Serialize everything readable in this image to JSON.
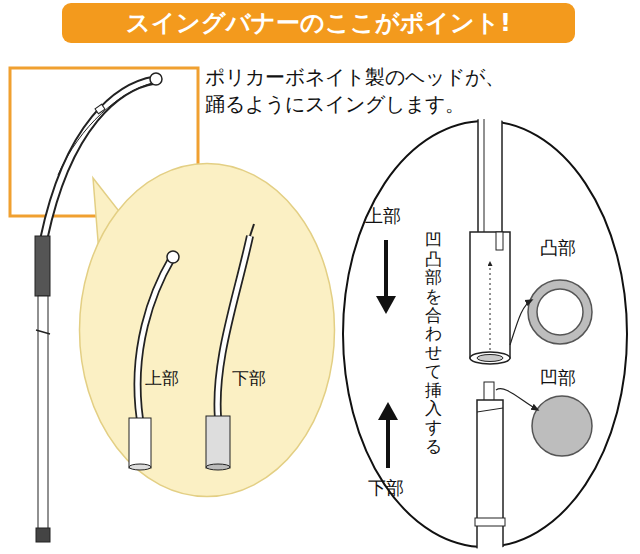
{
  "diagram": {
    "title": "スイングバナーのここがポイント!",
    "nodes": [
      {
        "text": [
          "上部",
          "下部"
        ]
      },
      {
        "text": [
          "上部",
          "凹凸部を合わせて挿入する",
          "凸部",
          "凹部",
          "下部"
        ]
      }
    ],
    "labels": [
      "ポリカーボネイト製のヘッドが、踊るようにスイングします。"
    ]
  }
}
